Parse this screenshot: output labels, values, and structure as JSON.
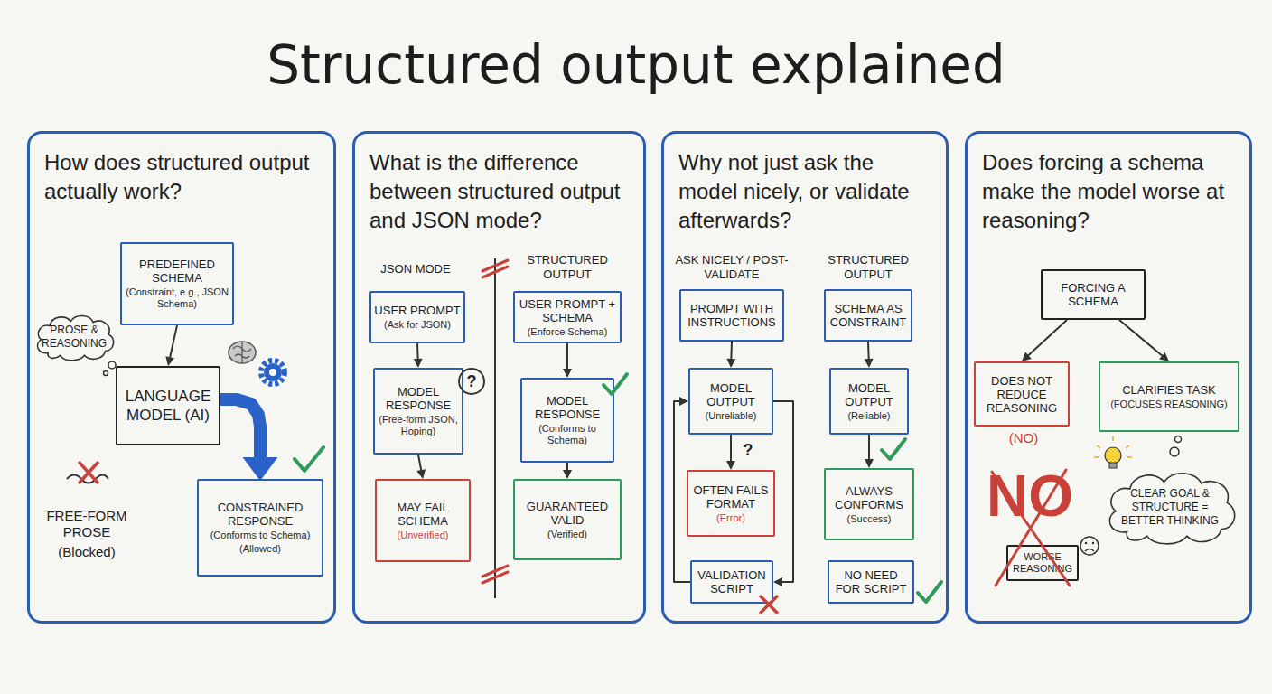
{
  "diagram": {
    "title": "Structured output explained",
    "nodes": [
      {
        "text": [
          "How does structured output actually work?"
        ]
      },
      {
        "text": [
          "PREDEFINED SCHEMA",
          "(Constraint, e.g., JSON Schema)"
        ],
        "in": 0
      },
      {
        "text": [
          "PROSE & REASONING"
        ],
        "in": 0
      },
      {
        "text": [
          "LANGUAGE MODEL (AI)"
        ],
        "in": 0
      },
      {
        "text": [
          "CONSTRAINED RESPONSE",
          "(Conforms to Schema)",
          "(Allowed)"
        ],
        "in": 0
      },
      {
        "text": [
          "What is the difference between structured output and JSON mode?"
        ]
      },
      {
        "text": [
          "USER PROMPT",
          "(Ask for JSON)"
        ],
        "in": 5
      },
      {
        "text": [
          "MODEL RESPONSE",
          "(Free-form JSON, Hoping)"
        ],
        "in": 5
      },
      {
        "text": [
          "MAY FAIL SCHEMA",
          "(Unverified)"
        ],
        "in": 5
      },
      {
        "text": [
          "USER PROMPT + SCHEMA",
          "(Enforce Schema)"
        ],
        "in": 5
      },
      {
        "text": [
          "MODEL RESPONSE",
          "(Conforms to Schema)"
        ],
        "in": 5
      },
      {
        "text": [
          "GUARANTEED VALID",
          "(Verified)"
        ],
        "in": 5
      },
      {
        "text": [
          "Why not just ask the model nicely, or validate afterwards?"
        ]
      },
      {
        "text": [
          "PROMPT WITH INSTRUCTIONS"
        ],
        "in": 12
      },
      {
        "text": [
          "MODEL OUTPUT",
          "(Unreliable)"
        ],
        "in": 12
      },
      {
        "text": [
          "OFTEN FAILS FORMAT",
          "(Error)"
        ],
        "in": 12
      },
      {
        "text": [
          "VALIDATION SCRIPT"
        ],
        "in": 12
      },
      {
        "text": [
          "SCHEMA AS CONSTRAINT"
        ],
        "in": 12
      },
      {
        "text": [
          "MODEL OUTPUT",
          "(Reliable)"
        ],
        "in": 12
      },
      {
        "text": [
          "ALWAYS CONFORMS",
          "(Success)"
        ],
        "in": 12
      },
      {
        "text": [
          "NO NEED FOR SCRIPT"
        ],
        "in": 12
      },
      {
        "text": [
          "Does forcing a schema make the model worse at reasoning?"
        ]
      },
      {
        "text": [
          "FORCING A SCHEMA"
        ],
        "in": 21
      },
      {
        "text": [
          "DOES NOT REDUCE REASONING"
        ],
        "in": 21
      },
      {
        "text": [
          "CLARIFIES TASK",
          "(FOCUSES REASONING)"
        ],
        "in": 21
      },
      {
        "text": [
          "CLEAR GOAL & STRUCTURE = BETTER THINKING"
        ],
        "in": 21
      },
      {
        "text": [
          "WORSE REASONING"
        ],
        "in": 21
      }
    ],
    "edges": [
      {
        "from": 1,
        "to": 3,
        "arrow": "to"
      },
      {
        "from": 3,
        "to": 4,
        "arrow": "to"
      },
      {
        "from": 6,
        "to": 7,
        "arrow": "to"
      },
      {
        "from": 7,
        "to": 8,
        "arrow": "to"
      },
      {
        "from": 9,
        "to": 10,
        "arrow": "to"
      },
      {
        "from": 10,
        "to": 11,
        "arrow": "to"
      },
      {
        "from": 13,
        "to": 14,
        "arrow": "to"
      },
      {
        "from": 14,
        "to": 15,
        "arrow": "to"
      },
      {
        "from": 14,
        "to": 16,
        "arrow": "to"
      },
      {
        "from": 16,
        "to": 14,
        "arrow": "to"
      },
      {
        "from": 17,
        "to": 18,
        "arrow": "to"
      },
      {
        "from": 18,
        "to": 19,
        "arrow": "to"
      },
      {
        "from": 22,
        "to": 23,
        "arrow": "to"
      },
      {
        "from": 22,
        "to": 24,
        "arrow": "to"
      }
    ],
    "labels": [
      "FREE-FORM PROSE",
      "(Blocked)",
      "JSON MODE",
      "STRUCTURED OUTPUT",
      "?",
      "ASK NICELY / POST-VALIDATE",
      "STRUCTURED OUTPUT",
      "?",
      "(NO)",
      "NO"
    ]
  }
}
